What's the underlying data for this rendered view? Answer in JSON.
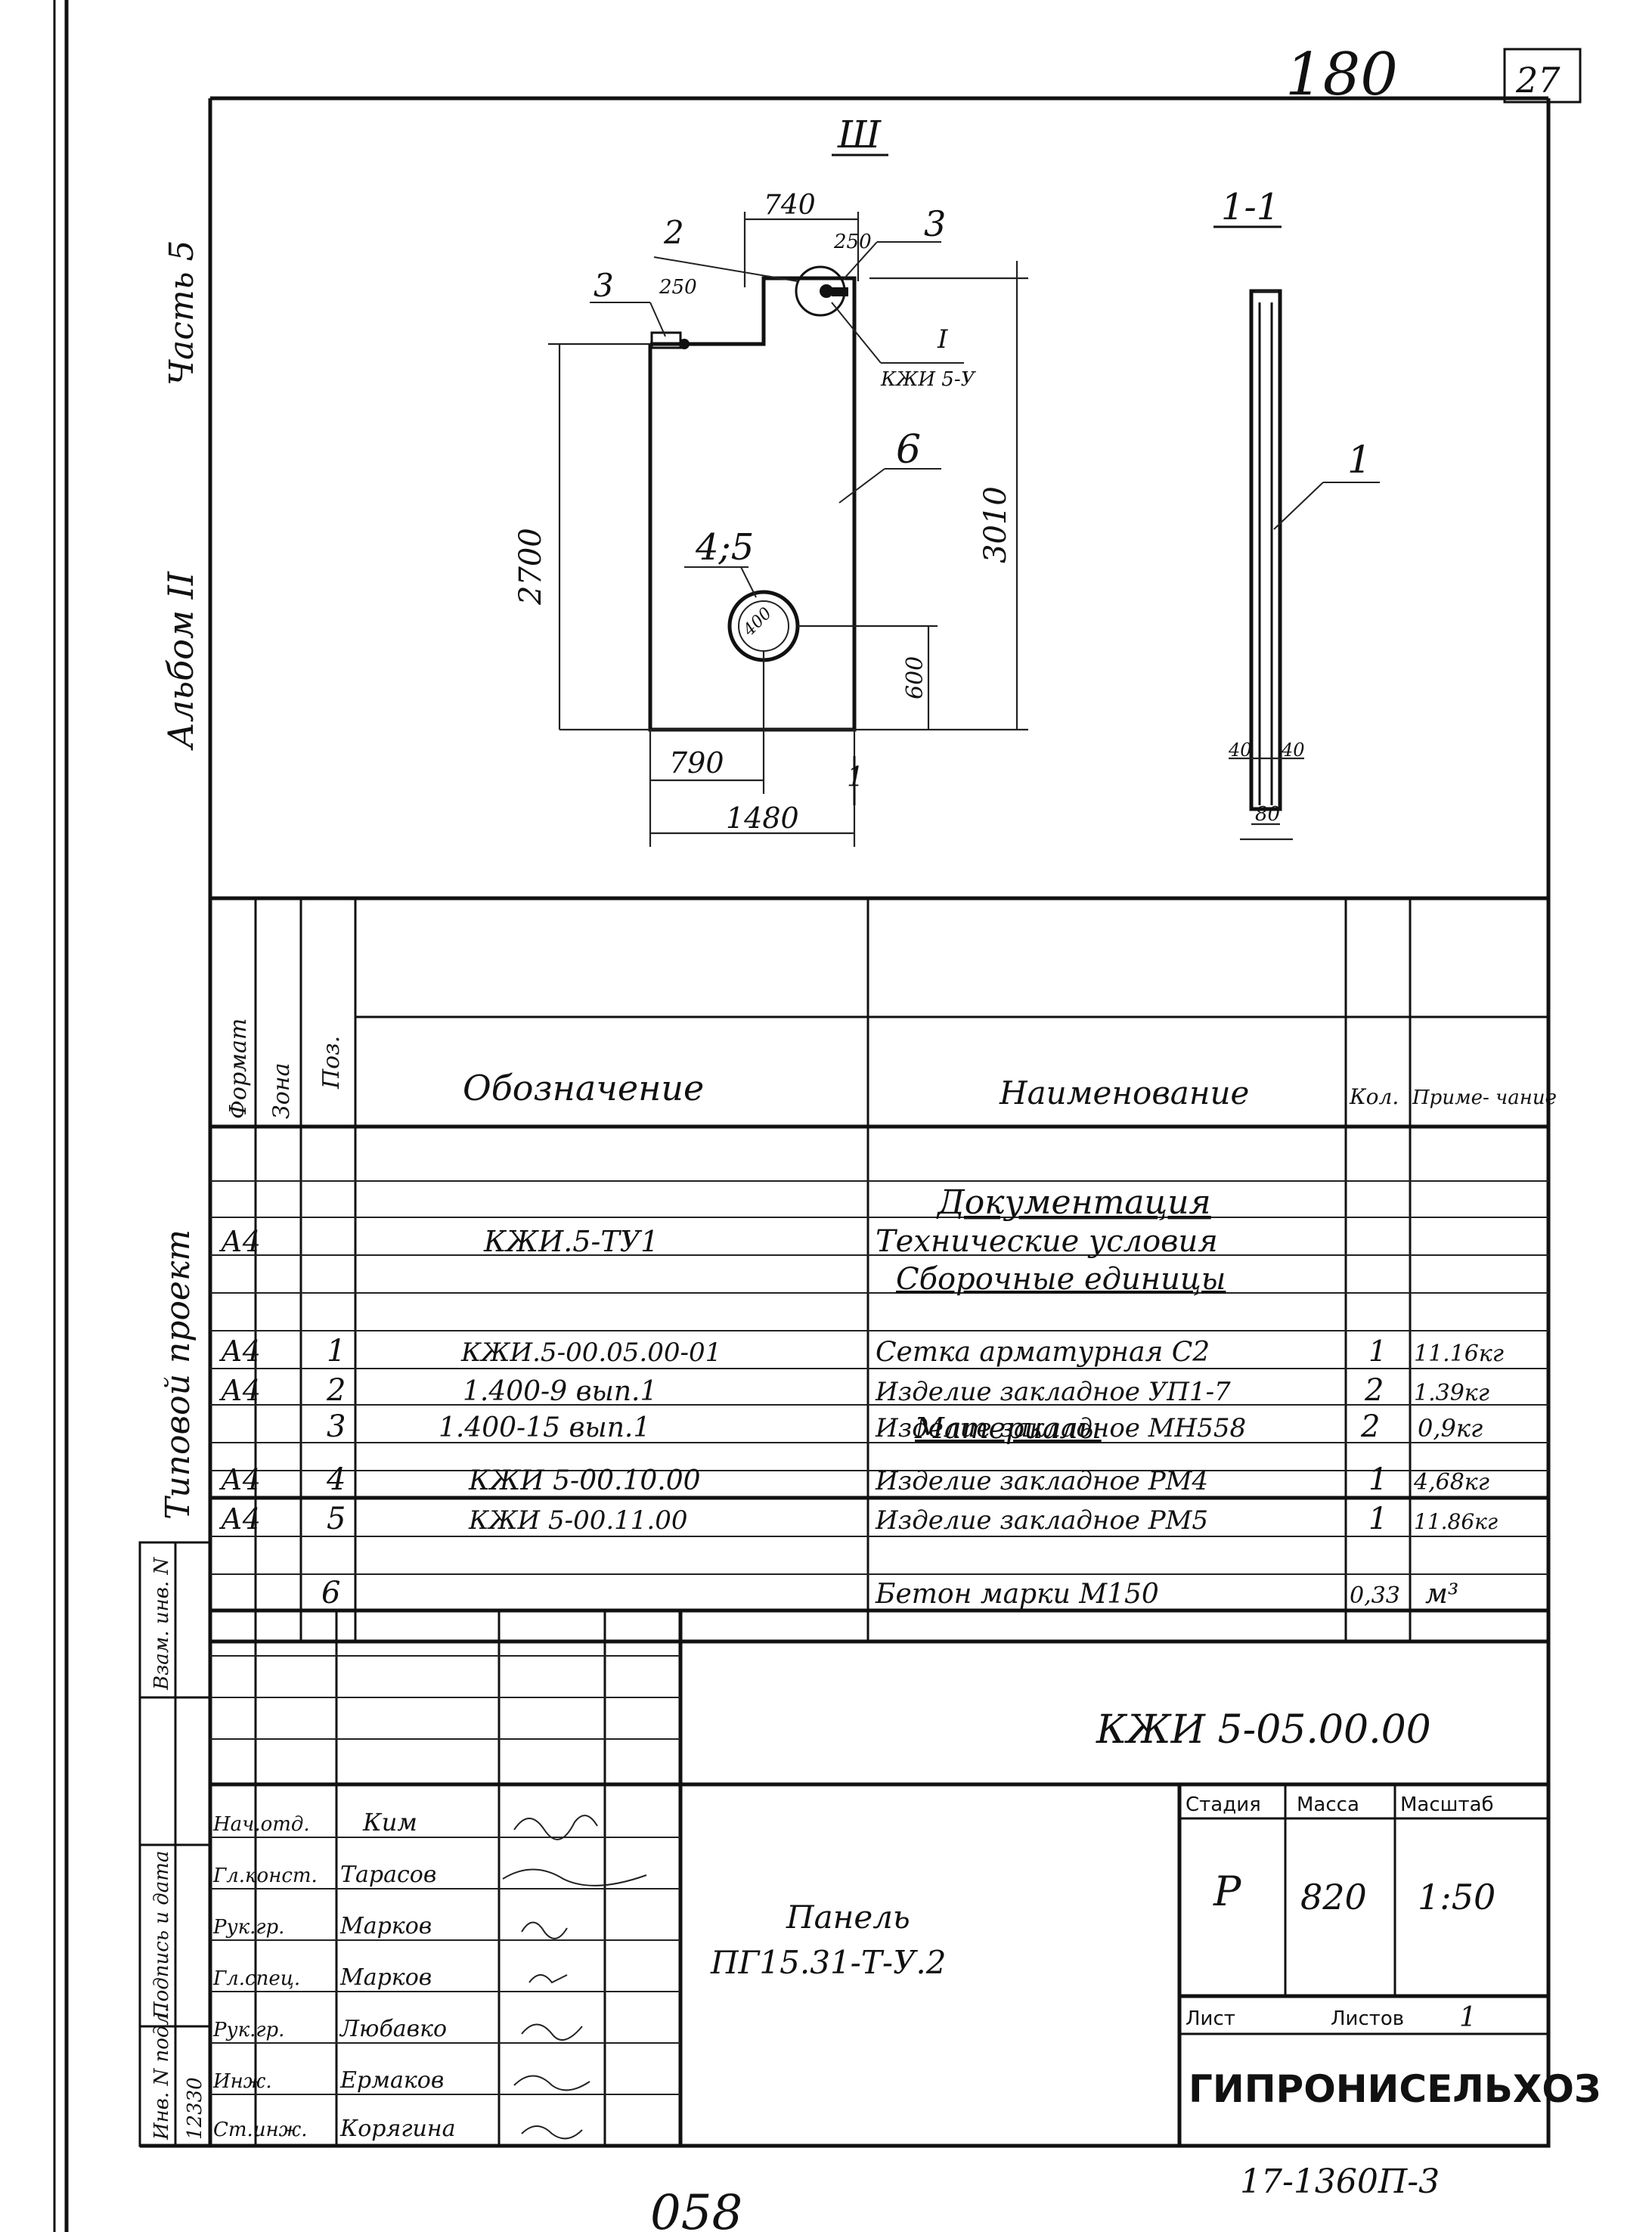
{
  "page_number": "180",
  "sheet_corner": "27",
  "margin_labels": {
    "album": "Альбом II",
    "part": "Часть 5",
    "project": "Типовой проект",
    "inv_dubl": "Инв. N подл.",
    "sign_date": "Подпись и дата",
    "vzam": "Взам. инв. N",
    "inv_number": "12330"
  },
  "drawing": {
    "view_label": "Ш",
    "section_label": "1-1",
    "callout_node": "I",
    "callout_ref": "КЖИ 5-У",
    "dims": {
      "top_740": "740",
      "d250_a": "250",
      "d250_b": "250",
      "h2700": "2700",
      "h3010": "3010",
      "h600": "600",
      "w790": "790",
      "w1480": "1480",
      "hole": "400",
      "s40a": "40",
      "s40b": "40",
      "s80": "80"
    },
    "positions": {
      "p1": "1",
      "p2": "2",
      "p3a": "3",
      "p3b": "3",
      "p45": "4;5",
      "p6": "6"
    }
  },
  "spec": {
    "headers": {
      "format": "Формат",
      "zone": "Зона",
      "pos": "Поз.",
      "designation": "Обозначение",
      "name": "Наименование",
      "qty": "Кол.",
      "note": "Приме- чание"
    },
    "sections": {
      "docs": "Документация",
      "assemblies": "Сборочные единицы",
      "materials": "Материалы"
    },
    "rows": [
      {
        "format": "А4",
        "pos": "",
        "designation": "КЖИ.5-ТУ1",
        "name": "Технические условия",
        "qty": "",
        "note": ""
      },
      {
        "format": "А4",
        "pos": "1",
        "designation": "КЖИ.5-00.05.00-01",
        "name": "Сетка арматурная С2",
        "qty": "1",
        "note": "11.16кг"
      },
      {
        "format": "А4",
        "pos": "2",
        "designation": "1.400-9 вып.1",
        "name": "Изделие закладное УП1-7",
        "qty": "2",
        "note": "1.39кг"
      },
      {
        "format": "",
        "pos": "3",
        "designation": "1.400-15 вып.1",
        "name": "Изделие закладное МН558",
        "qty": "2",
        "note": "0,9кг"
      },
      {
        "format": "А4",
        "pos": "4",
        "designation": "КЖИ 5-00.10.00",
        "name": "Изделие закладное РМ4",
        "qty": "1",
        "note": "4,68кг"
      },
      {
        "format": "А4",
        "pos": "5",
        "designation": "КЖИ 5-00.11.00",
        "name": "Изделие закладное РМ5",
        "qty": "1",
        "note": "11.86кг"
      },
      {
        "format": "",
        "pos": "6",
        "designation": "",
        "name": "Бетон марки М150",
        "qty": "0,33",
        "note": "м³"
      }
    ]
  },
  "title_block": {
    "code": "КЖИ 5-05.00.00",
    "title_line1": "Панель",
    "title_line2": "ПГ15.31-Т-У.2",
    "stage_label": "Стадия",
    "mass_label": "Масса",
    "scale_label": "Масштаб",
    "stage": "Р",
    "mass": "820",
    "scale": "1:50",
    "sheet_label": "Лист",
    "sheets_label": "Листов",
    "sheets": "1",
    "org": "ГИПРОНИСЕЛЬХОЗ",
    "people": [
      {
        "role": "Нач.отд.",
        "name": "Ким"
      },
      {
        "role": "Гл.конст.",
        "name": "Тарасов"
      },
      {
        "role": "Рук.гр.",
        "name": "Марков"
      },
      {
        "role": "Гл.спец.",
        "name": "Марков"
      },
      {
        "role": "Рук.гр.",
        "name": "Любавко"
      },
      {
        "role": "Инж.",
        "name": "Ермаков"
      },
      {
        "role": "Ст.инж.",
        "name": "Корягина"
      }
    ]
  },
  "bottom": {
    "stamp": "17-1360П-3",
    "bottom_number": "058"
  }
}
